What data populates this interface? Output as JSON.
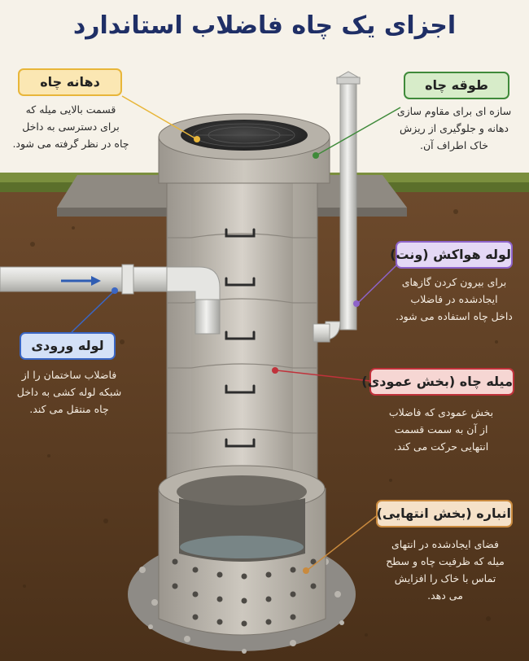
{
  "title": "اجزای یک چاه فاضلاب استاندارد",
  "colors": {
    "title": "#1f2f66",
    "well_mouth": "#e8b63a",
    "well_collar": "#3f8a3a",
    "vent_pipe": "#8e63c9",
    "inlet_pipe": "#3a66c4",
    "shaft": "#c0323b",
    "bottom": "#c98a3e"
  },
  "labels": {
    "well_mouth": {
      "title": "دهانه چاه",
      "lines": [
        "قسمت بالایی میله که",
        "برای دسترسی به داخل",
        "چاه در نظر گرفته می شود."
      ]
    },
    "well_collar": {
      "title": "طوقه چاه",
      "lines": [
        "سازه ای برای مقاوم سازی",
        "دهانه و جلوگیری از ریزش",
        "خاک اطراف آن."
      ]
    },
    "vent_pipe": {
      "title": "لوله هواکش (ونت)",
      "lines": [
        "برای بیرون کردن گازهای",
        "ایجادشده در فاضلاب",
        "داخل چاه استفاده می شود."
      ]
    },
    "inlet_pipe": {
      "title": "لوله ورودی",
      "lines": [
        "فاضلاب ساختمان را از",
        "شبکه لوله کشی به داخل",
        "چاه منتقل می کند."
      ]
    },
    "shaft": {
      "title": "میله چاه (بخش عمودی)",
      "lines": [
        "بخش عمودی که فاضلاب",
        "از آن به سمت قسمت",
        "انتهایی حرکت می کند."
      ]
    },
    "bottom": {
      "title": "انباره (بخش انتهایی)",
      "lines": [
        "فضای ایجادشده در انتهای",
        "میله که ظرفیت چاه و سطح",
        "تماس با خاک را افزایش",
        "می دهد."
      ]
    }
  }
}
